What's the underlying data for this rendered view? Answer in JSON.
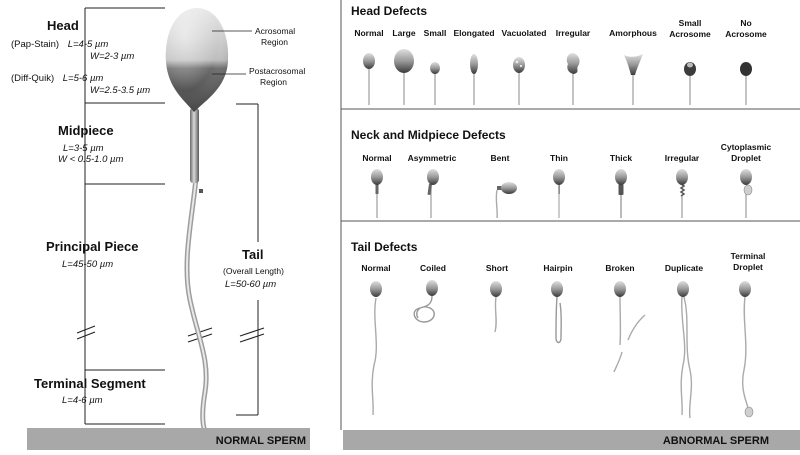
{
  "normal": {
    "banner": "NORMAL SPERM",
    "head_title": "Head",
    "pap_label": "(Pap-Stain)",
    "pap_l": "L=4-5 µm",
    "pap_w": "W=2-3 µm",
    "diff_label": "(Diff-Quik)",
    "diff_l": "L=5-6 µm",
    "diff_w": "W=2.5-3.5 µm",
    "acrosomal_1": "Acrosomal",
    "acrosomal_2": "Region",
    "postacrosomal_1": "Postacrosomal",
    "postacrosomal_2": "Region",
    "midpiece_title": "Midpiece",
    "midpiece_l": "L=3-5 µm",
    "midpiece_w": "W < 0.5-1.0 µm",
    "principal_title": "Principal Piece",
    "principal_l": "L=45-50 µm",
    "tail_title": "Tail",
    "tail_sub": "(Overall Length)",
    "tail_l": "L=50-60 µm",
    "terminal_title": "Terminal Segment",
    "terminal_l": "L=4-6 µm"
  },
  "abnormal": {
    "banner": "ABNORMAL SPERM",
    "head_title": "Head Defects",
    "head_items": [
      [
        "Normal"
      ],
      [
        "Large"
      ],
      [
        "Small"
      ],
      [
        "Elongated"
      ],
      [
        "Vacuolated"
      ],
      [
        "Irregular"
      ],
      [
        "Amorphous"
      ],
      [
        "Small",
        "Acrosome"
      ],
      [
        "No",
        "Acrosome"
      ]
    ],
    "neck_title": "Neck and Midpiece Defects",
    "neck_items": [
      [
        "Normal"
      ],
      [
        "Asymmetric"
      ],
      [
        "Bent"
      ],
      [
        "Thin"
      ],
      [
        "Thick"
      ],
      [
        "Irregular"
      ],
      [
        "Cytoplasmic",
        "Droplet"
      ]
    ],
    "tail_title": "Tail Defects",
    "tail_items": [
      [
        "Normal"
      ],
      [
        "Coiled"
      ],
      [
        "Short"
      ],
      [
        "Hairpin"
      ],
      [
        "Broken"
      ],
      [
        "Duplicate"
      ],
      [
        "Terminal",
        "Droplet"
      ]
    ]
  }
}
